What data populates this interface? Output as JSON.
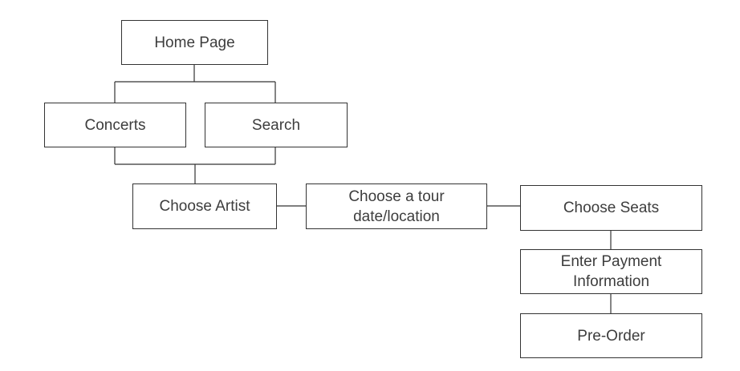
{
  "nodes": {
    "home": "Home Page",
    "concerts": "Concerts",
    "search": "Search",
    "choose_artist": "Choose Artist",
    "choose_tour": "Choose a tour\ndate/location",
    "choose_seats": "Choose Seats",
    "enter_payment": "Enter Payment\nInformation",
    "pre_order": "Pre-Order"
  },
  "edges": [
    [
      "home",
      "concerts"
    ],
    [
      "home",
      "search"
    ],
    [
      "concerts",
      "choose_artist"
    ],
    [
      "search",
      "choose_artist"
    ],
    [
      "choose_artist",
      "choose_tour"
    ],
    [
      "choose_tour",
      "choose_seats"
    ],
    [
      "choose_seats",
      "enter_payment"
    ],
    [
      "enter_payment",
      "pre_order"
    ]
  ],
  "colors": {
    "line": "#333333",
    "text": "#3d3d3d",
    "background": "#ffffff"
  }
}
